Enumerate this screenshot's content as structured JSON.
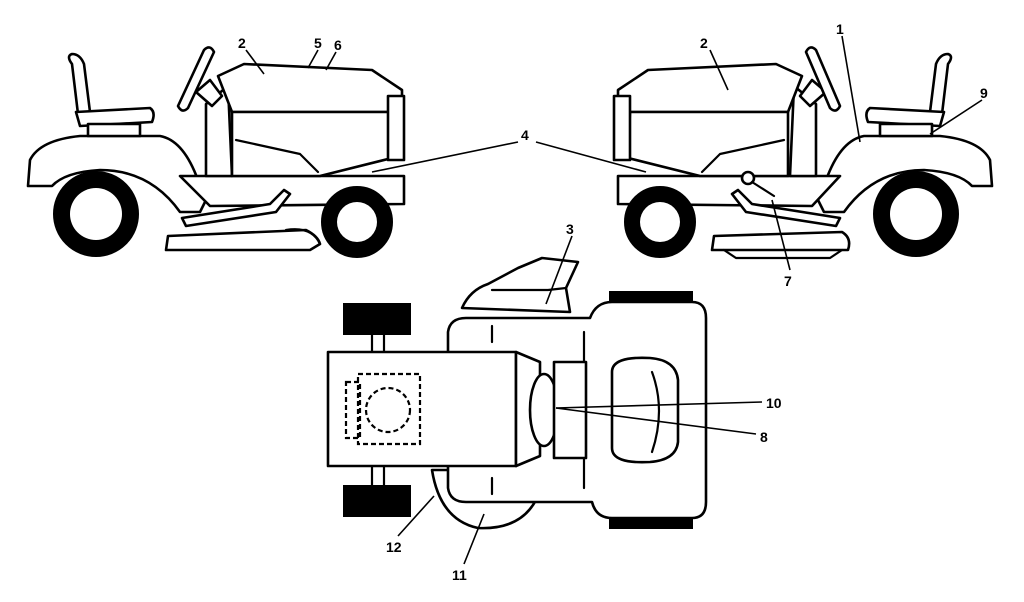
{
  "callouts": {
    "c1": "1",
    "c2_left": "2",
    "c2_right": "2",
    "c3": "3",
    "c4": "4",
    "c5": "5",
    "c6": "6",
    "c7": "7",
    "c8": "8",
    "c9": "9",
    "c10": "10",
    "c11": "11",
    "c12": "12"
  },
  "colors": {
    "line": "#000000",
    "background": "#ffffff"
  }
}
